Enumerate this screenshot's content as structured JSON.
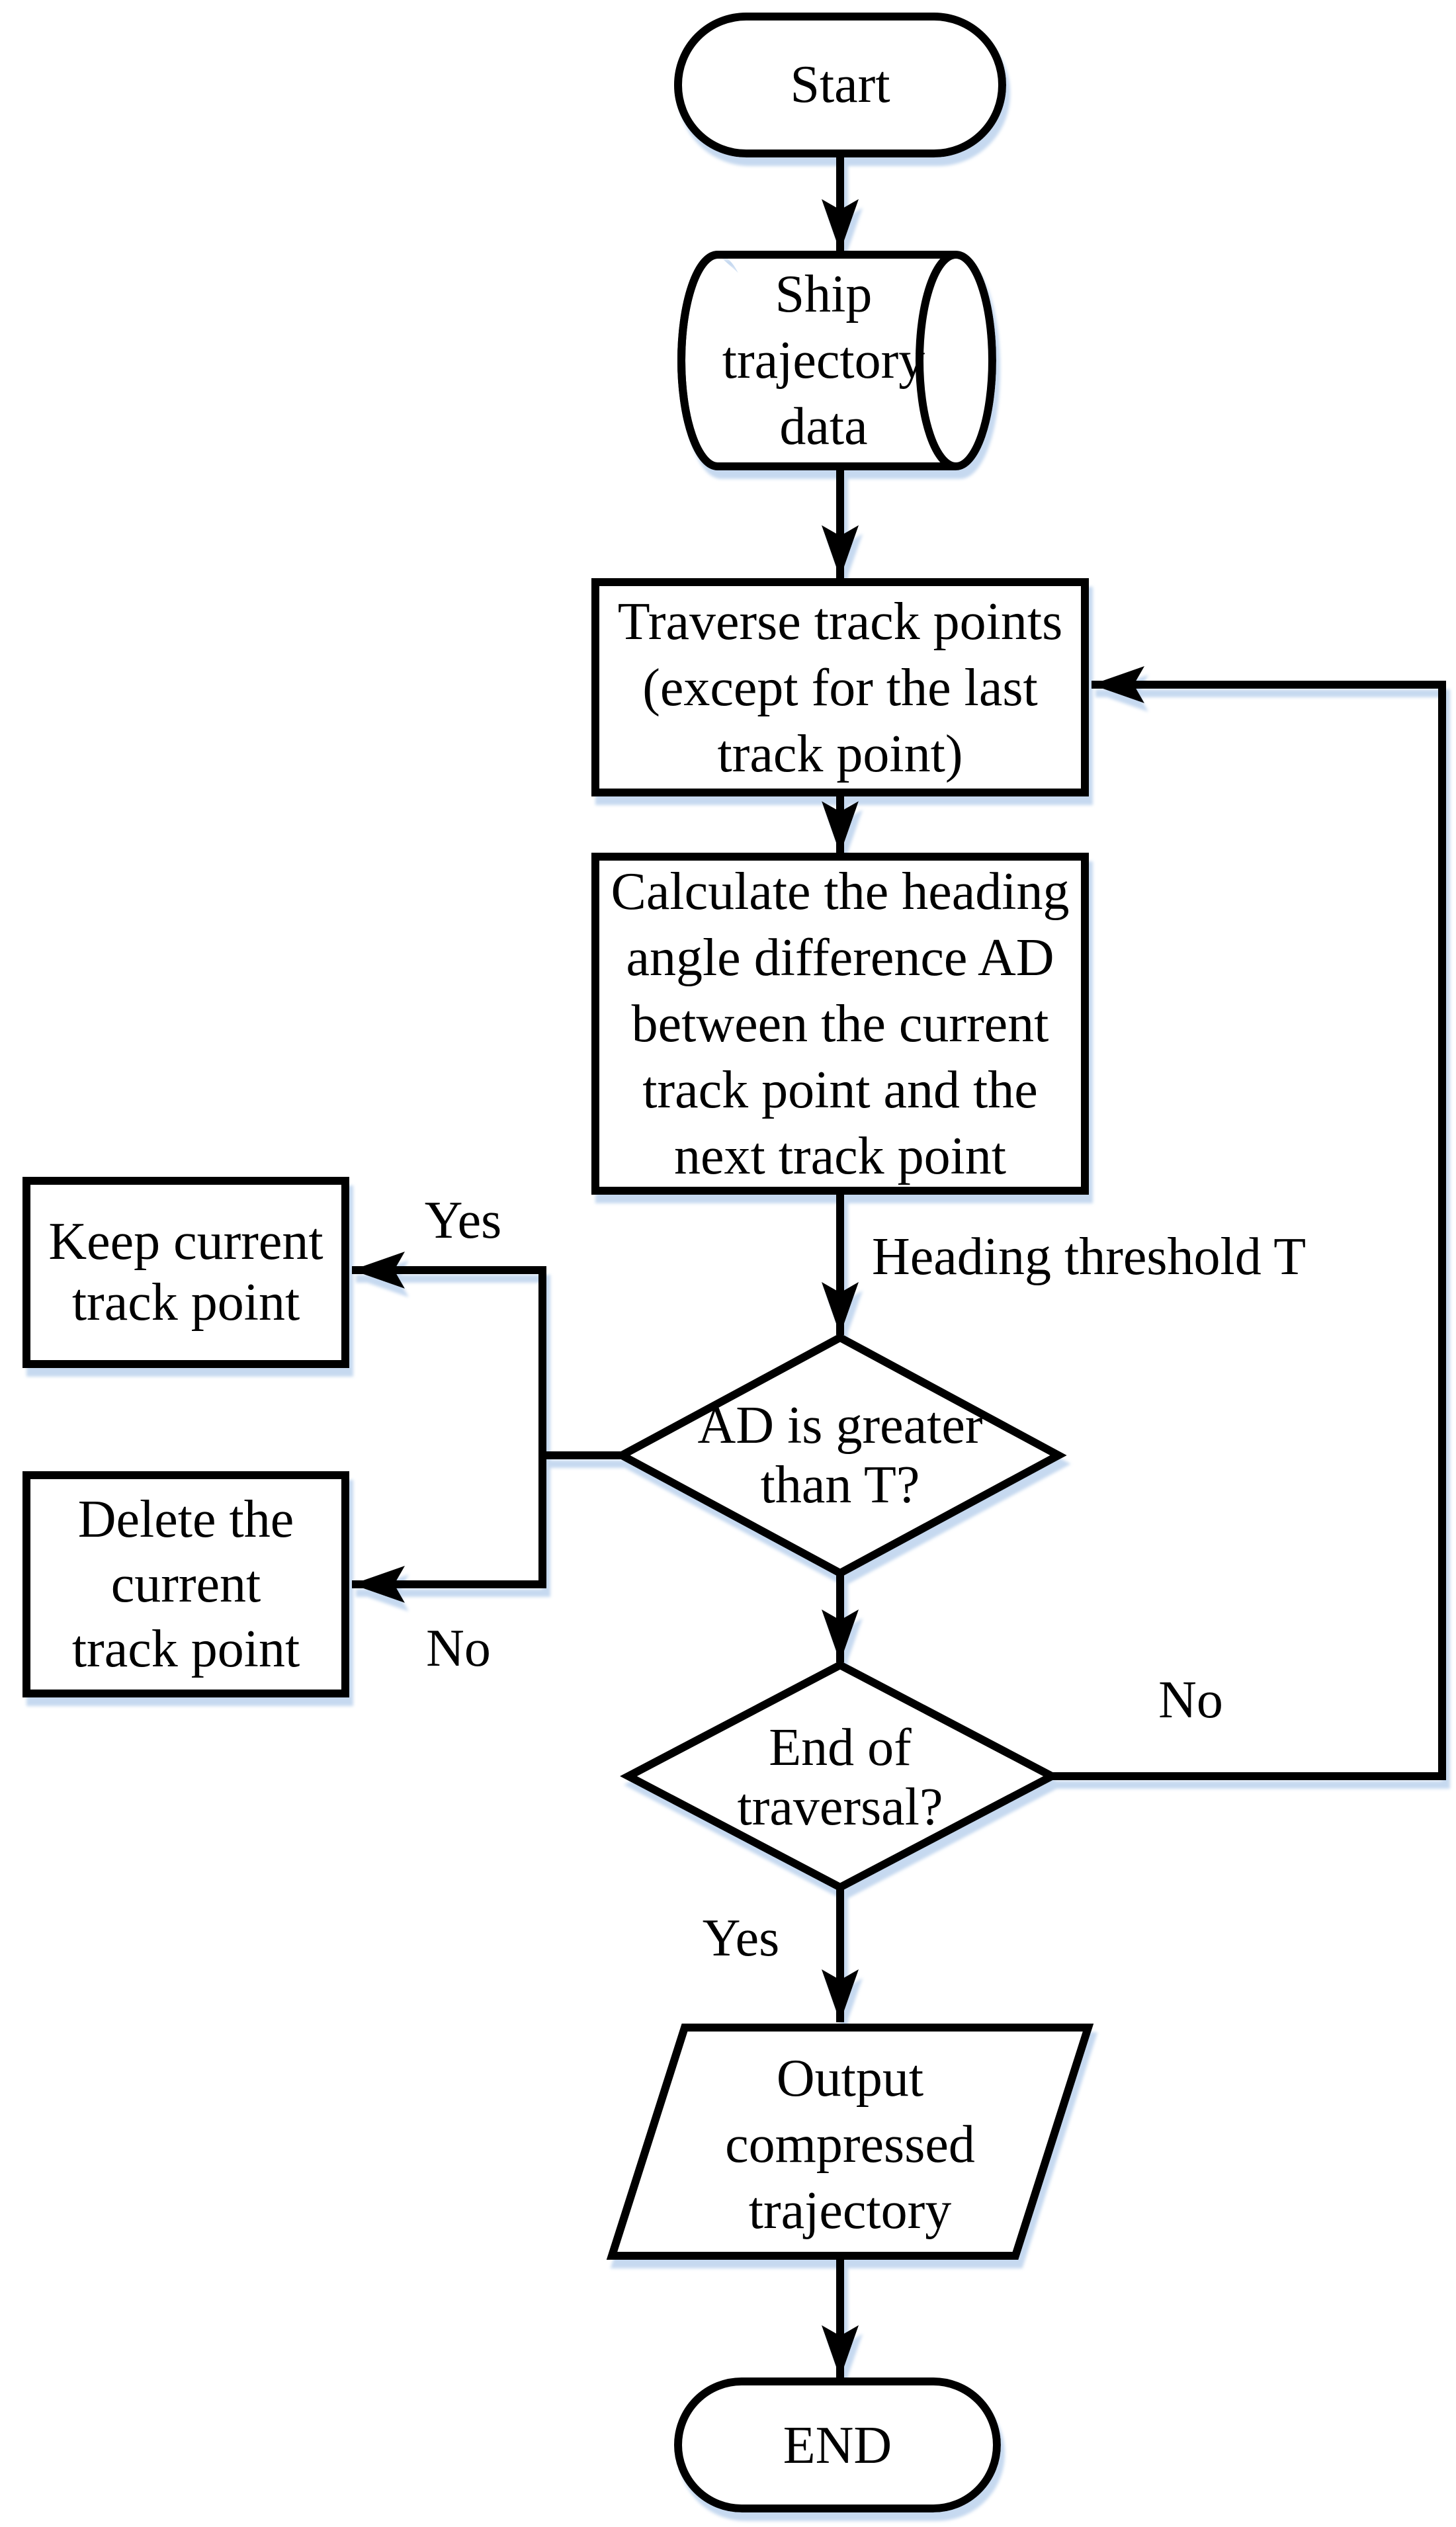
{
  "figure": {
    "background": "#ffffff",
    "stroke_color": "#000000",
    "shadow_color": "#c6d9f0",
    "text_color": "#000000"
  },
  "nodes": {
    "start": {
      "type": "terminator",
      "label": "Start"
    },
    "ship_data": {
      "type": "stored-data",
      "lines": [
        "Ship",
        "trajectory",
        "data"
      ]
    },
    "traverse": {
      "type": "process",
      "lines": [
        "Traverse track points",
        "(except for the last",
        "track point)"
      ]
    },
    "calculate": {
      "type": "process",
      "lines": [
        "Calculate the heading",
        "angle difference AD",
        "between the current",
        "track point and the",
        "next track point"
      ]
    },
    "ad_decision": {
      "type": "decision",
      "lines": [
        "AD is greater",
        "than T?"
      ]
    },
    "keep": {
      "type": "process",
      "lines": [
        "Keep current",
        "track point"
      ]
    },
    "delete": {
      "type": "process",
      "lines": [
        "Delete the",
        "current",
        "track point"
      ]
    },
    "end_traversal": {
      "type": "decision",
      "lines": [
        "End of",
        "traversal?"
      ]
    },
    "output": {
      "type": "input-output",
      "lines": [
        "Output",
        "compressed",
        "trajectory"
      ]
    },
    "end": {
      "type": "terminator",
      "label": "END"
    }
  },
  "edge_labels": {
    "heading_threshold": "Heading threshold T",
    "yes_keep": "Yes",
    "no_delete": "No",
    "no_loop": "No",
    "yes_output": "Yes"
  }
}
